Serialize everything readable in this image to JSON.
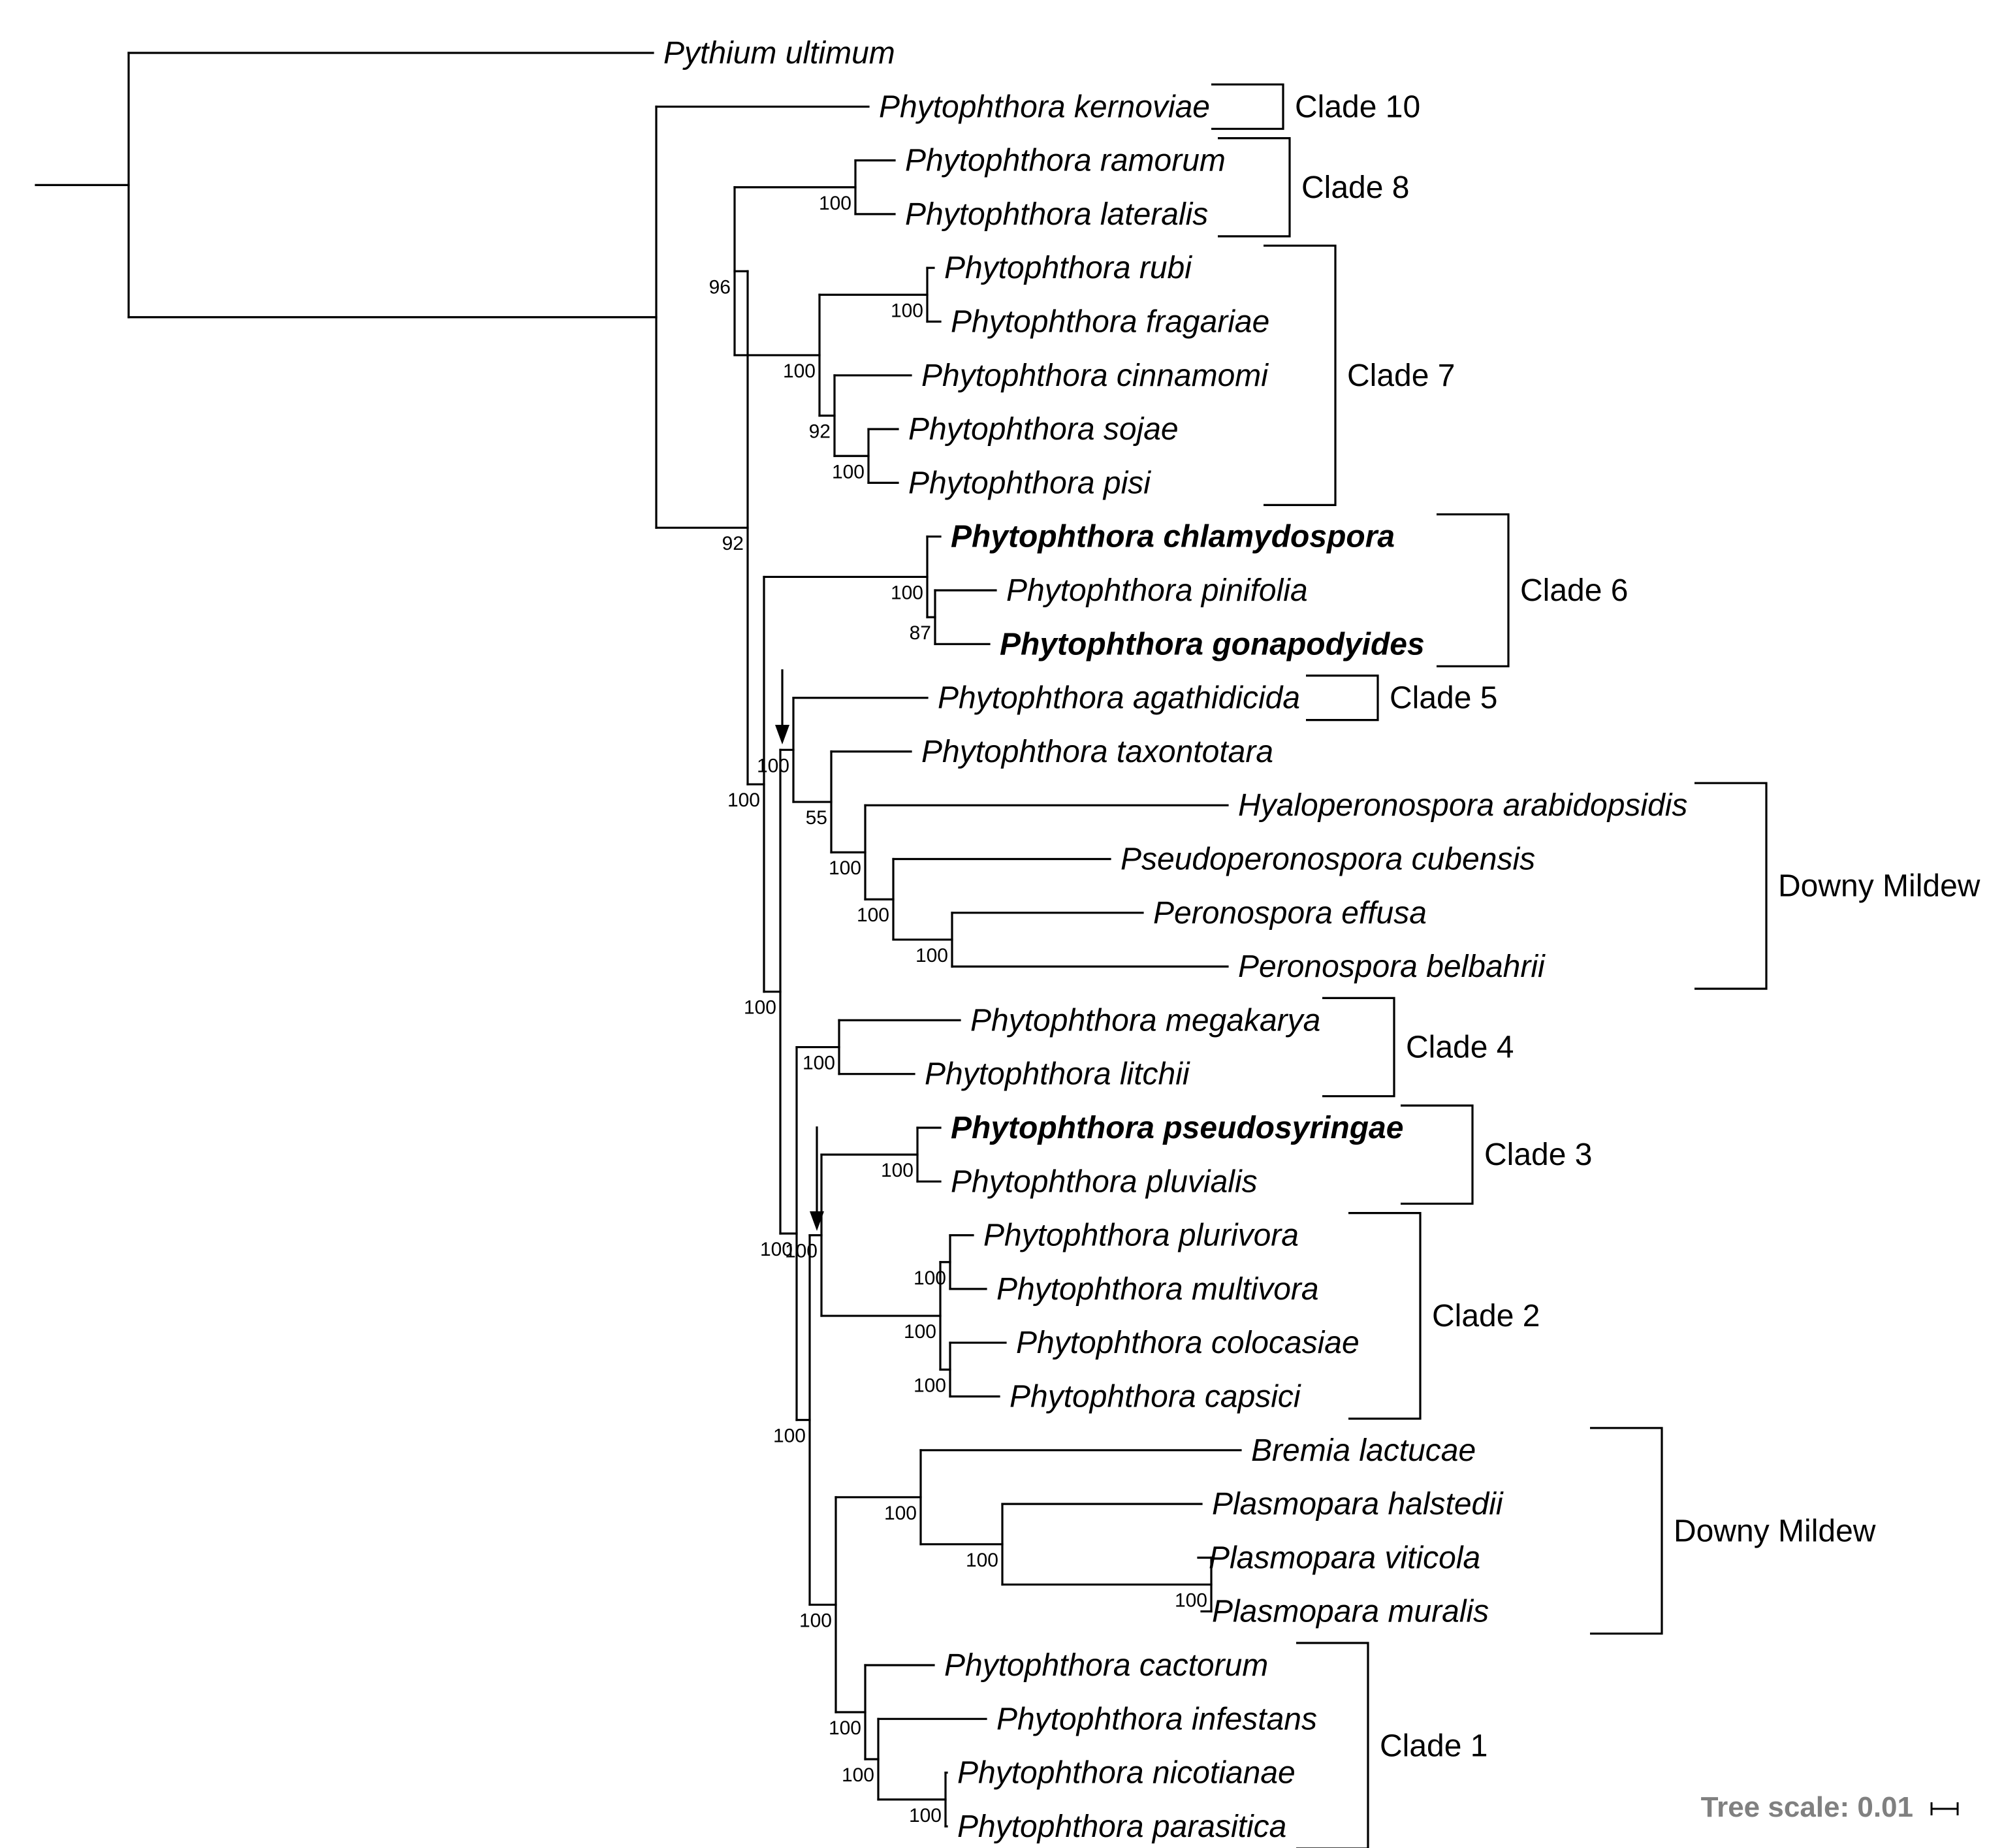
{
  "taxa": [
    {
      "name": "Pythium ultimum",
      "bold": false
    },
    {
      "name": "Phytophthora kernoviae",
      "bold": false
    },
    {
      "name": "Phytophthora ramorum",
      "bold": false
    },
    {
      "name": "Phytophthora lateralis",
      "bold": false
    },
    {
      "name": "Phytophthora rubi",
      "bold": false
    },
    {
      "name": "Phytophthora fragariae",
      "bold": false
    },
    {
      "name": "Phytophthora cinnamomi",
      "bold": false
    },
    {
      "name": "Phytophthora sojae",
      "bold": false
    },
    {
      "name": "Phytophthora pisi",
      "bold": false
    },
    {
      "name": "Phytophthora chlamydospora",
      "bold": true
    },
    {
      "name": "Phytophthora pinifolia",
      "bold": false
    },
    {
      "name": "Phytophthora gonapodyides",
      "bold": true
    },
    {
      "name": "Phytophthora agathidicida",
      "bold": false
    },
    {
      "name": "Phytophthora taxontotara",
      "bold": false
    },
    {
      "name": "Hyaloperonospora arabidopsidis",
      "bold": false
    },
    {
      "name": "Pseudoperonospora cubensis",
      "bold": false
    },
    {
      "name": "Peronospora effusa",
      "bold": false
    },
    {
      "name": "Peronospora belbahrii",
      "bold": false
    },
    {
      "name": "Phytophthora megakarya",
      "bold": false
    },
    {
      "name": "Phytophthora litchii",
      "bold": false
    },
    {
      "name": "Phytophthora pseudosyringae",
      "bold": true
    },
    {
      "name": "Phytophthora pluvialis",
      "bold": false
    },
    {
      "name": "Phytophthora plurivora",
      "bold": false
    },
    {
      "name": "Phytophthora multivora",
      "bold": false
    },
    {
      "name": "Phytophthora colocasiae",
      "bold": false
    },
    {
      "name": "Phytophthora capsici",
      "bold": false
    },
    {
      "name": "Bremia lactucae",
      "bold": false
    },
    {
      "name": "Plasmopara halstedii",
      "bold": false
    },
    {
      "name": "Plasmopara viticola",
      "bold": false
    },
    {
      "name": "Plasmopara muralis",
      "bold": false
    },
    {
      "name": "Phytophthora cactorum",
      "bold": false
    },
    {
      "name": "Phytophthora infestans",
      "bold": false
    },
    {
      "name": "Phytophthora nicotianae",
      "bold": false
    },
    {
      "name": "Phytophthora parasitica",
      "bold": false
    }
  ],
  "clades": [
    {
      "label": "Clade 10",
      "first": 1,
      "last": 1
    },
    {
      "label": "Clade 8",
      "first": 2,
      "last": 3
    },
    {
      "label": "Clade 7",
      "first": 4,
      "last": 8
    },
    {
      "label": "Clade 6",
      "first": 9,
      "last": 11
    },
    {
      "label": "Clade 5",
      "first": 12,
      "last": 12
    },
    {
      "label": "Downy Mildew",
      "first": 14,
      "last": 17
    },
    {
      "label": "Clade 4",
      "first": 18,
      "last": 19
    },
    {
      "label": "Clade 3",
      "first": 20,
      "last": 21
    },
    {
      "label": "Clade 2",
      "first": 22,
      "last": 25
    },
    {
      "label": "Downy Mildew",
      "first": 26,
      "last": 29
    },
    {
      "label": "Clade 1",
      "first": 30,
      "last": 33
    }
  ],
  "support_values": [
    "100",
    "100",
    "100",
    "92",
    "100",
    "100",
    "87",
    "96",
    "92",
    "100",
    "100",
    "100",
    "100",
    "55",
    "100",
    "100",
    "100",
    "100",
    "100",
    "100",
    "100",
    "100",
    "100",
    "100",
    "100",
    "100",
    "100",
    "100",
    "100",
    "100",
    "100"
  ],
  "scale": {
    "label": "Tree scale: 0.01",
    "value": 0.01
  }
}
